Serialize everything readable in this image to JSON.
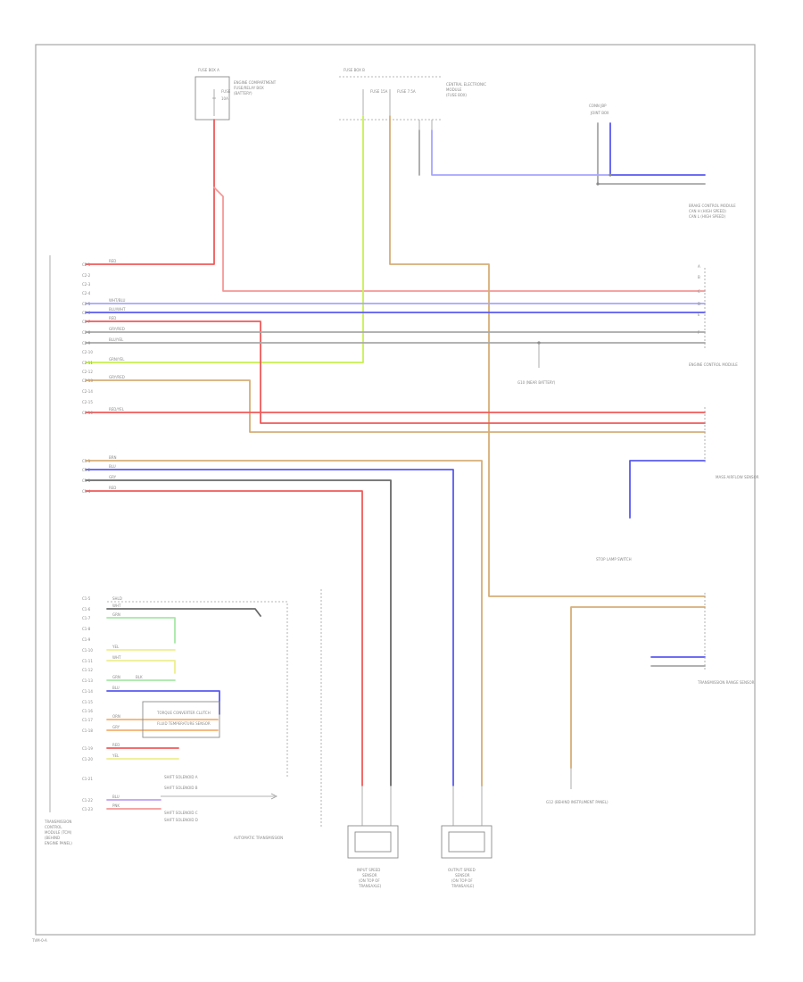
{
  "diagram": {
    "footer": "TVM-0-A",
    "top_connectors": [
      {
        "name": "FUSE BOX A",
        "lines": [
          "FUSE",
          "10A"
        ],
        "note": [
          "ENGINE COMPARTMENT",
          "FUSE/RELAY BOX",
          "(BATTERY)"
        ]
      },
      {
        "name": "FUSE BOX B",
        "lines": [
          "FUSE 15A",
          "FUSE 7.5A"
        ],
        "note": [
          "CENTRAL ELECTRONIC",
          "MODULE",
          "(FUSE BOX)"
        ]
      },
      {
        "name": "CONN JBP",
        "lines": [
          "JOINT BOX"
        ],
        "note": []
      }
    ],
    "pins_upper": [
      "C2-1",
      "C2-2",
      "C2-3",
      "C2-4",
      "C2-5",
      "C2-6",
      "C2-7",
      "C2-8",
      "C2-9",
      "C2-10",
      "C2-11",
      "C2-12",
      "C2-13",
      "C2-14",
      "C2-15",
      "C2-16"
    ],
    "wire_labels_upper": [
      "RED",
      "WHT/BLU",
      "BLU/WHT",
      "RED",
      "GRY/RED",
      "BLU/YEL",
      "GRN/YEL",
      "GRY/RED",
      "RED/YEL"
    ],
    "pins_mid": [
      "C1-1",
      "C1-2",
      "C1-3",
      "C1-4"
    ],
    "wire_labels_mid": [
      "BRN",
      "BLU",
      "GRY",
      "RED"
    ],
    "pins_lower": [
      "C1-5",
      "C1-6",
      "C1-7",
      "C1-8",
      "C1-9",
      "C1-10",
      "C1-11",
      "C1-12",
      "C1-13",
      "C1-14",
      "C1-15",
      "C1-16",
      "C1-17",
      "C1-18",
      "C1-19",
      "C1-20",
      "C1-21",
      "C1-22",
      "C1-23"
    ],
    "wire_labels_lower": [
      "SHLD",
      "WHT",
      "GRN",
      "YEL",
      "WHT",
      "GRN",
      "BLK",
      "BLU",
      "ORN",
      "GRY",
      "RED",
      "YEL",
      "BLU",
      "PNK"
    ],
    "right_labels": [
      "BRAKE CONTROL MODULE",
      "CAN H (HIGH SPEED)",
      "CAN L (HIGH SPEED)",
      "ENGINE CONTROL MODULE",
      "MASS AIRFLOW SENSOR",
      "TRANSMISSION RANGE SENSOR",
      "STOP LAMP SWITCH"
    ],
    "right_connector_pins": [
      "A",
      "B",
      "C",
      "D",
      "E",
      "F"
    ],
    "ground_labels": [
      "G10 (NEAR BATTERY)",
      "G12 (BEHIND INSTRUMENT PANEL)"
    ],
    "inner_labels": [
      "SHIFT SOLENOID A",
      "SHIFT SOLENOID B",
      "TORQUE CONVERTER CLUTCH",
      "FLUID TEMPERATURE SENSOR",
      "SHIFT SOLENOID C",
      "SHIFT SOLENOID D"
    ],
    "auto_trans_label": "AUTOMATIC TRANSMISSION",
    "tcm_label": [
      "TRANSMISSION",
      "CONTROL",
      "MODULE (TCM)",
      "(BEHIND",
      "ENGINE PANEL)"
    ],
    "sensor1_label": [
      "INPUT SPEED",
      "SENSOR",
      "(ON TOP OF",
      "TRANSAXLE)"
    ],
    "sensor2_label": [
      "OUTPUT SPEED",
      "SENSOR",
      "(ON TOP OF",
      "TRANSAXLE)"
    ]
  }
}
